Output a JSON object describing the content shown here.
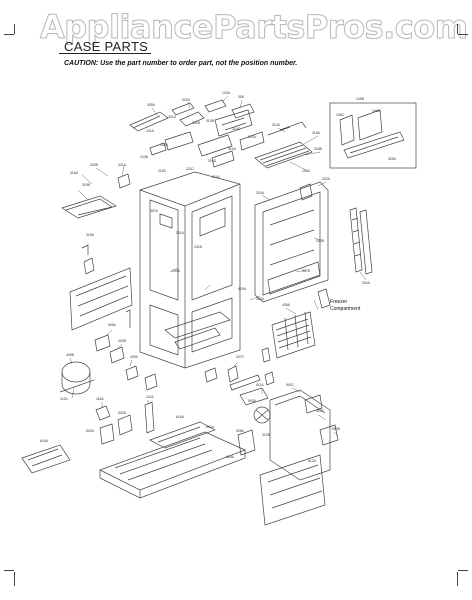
{
  "watermark": "AppliancePartsPros.com",
  "section_title": "CASE PARTS",
  "caution": "CAUTION: Use the part number to order part, not the position number.",
  "callouts": {
    "freezer_line1": "Freezer",
    "freezer_line2": "Compartment"
  },
  "part_labels": [
    "309A",
    "302A",
    "103A",
    "308",
    "301A",
    "301B",
    "101A",
    "102A",
    "310B",
    "310C",
    "310A",
    "310D",
    "202A",
    "103B",
    "312A",
    "318A",
    "318B",
    "105A",
    "105B",
    "105C",
    "106A",
    "329A",
    "320B",
    "321A",
    "316A",
    "319B",
    "319A",
    "211B",
    "211D",
    "211A",
    "307A",
    "231A",
    "231B",
    "230A",
    "320A",
    "322A",
    "102B",
    "307B",
    "300A",
    "304A",
    "406A",
    "400A",
    "405A",
    "400B",
    "409A",
    "405B",
    "112A",
    "116A",
    "110A",
    "502B",
    "502A",
    "615A",
    "616A",
    "501A",
    "307C",
    "505A",
    "611A",
    "502C",
    "503A",
    "308A",
    "503C",
    "503B",
    "312B",
    "612A"
  ]
}
